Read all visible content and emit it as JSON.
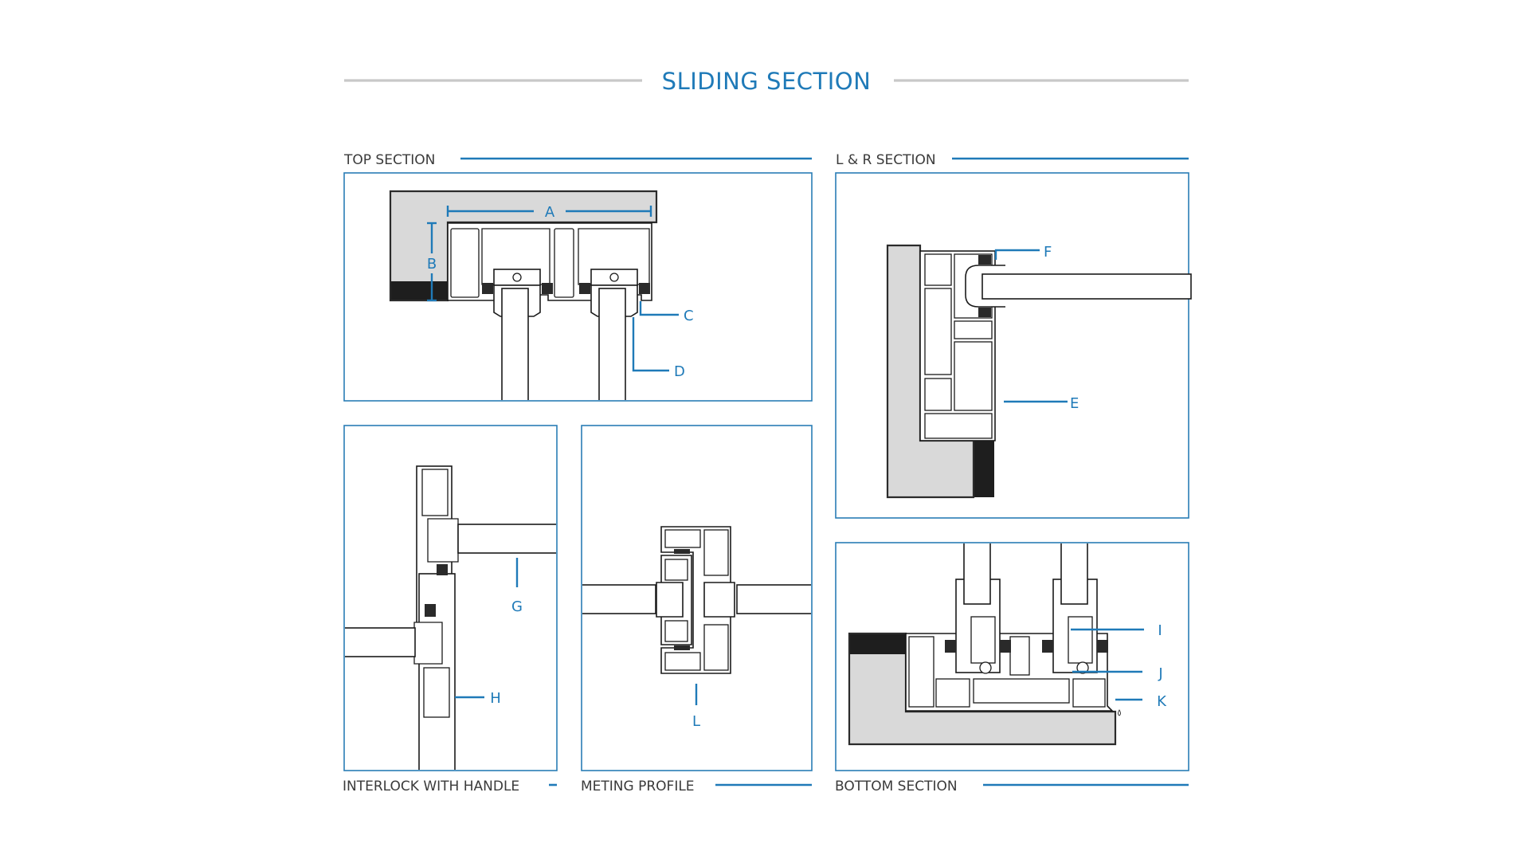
{
  "page": {
    "title": "SLIDING SECTION",
    "accent_color": "#1f7ab8",
    "rule_color": "#c8c8c8"
  },
  "sections": {
    "top": {
      "label": "TOP SECTION",
      "callouts": [
        "A",
        "B",
        "C",
        "D"
      ]
    },
    "lr": {
      "label": "L & R SECTION",
      "callouts": [
        "F",
        "E"
      ]
    },
    "interlock": {
      "label": "INTERLOCK WITH HANDLE",
      "callouts": [
        "G",
        "H"
      ]
    },
    "meting": {
      "label": "METING PROFILE",
      "callouts": [
        "L"
      ]
    },
    "bottom": {
      "label": "BOTTOM SECTION",
      "callouts": [
        "I",
        "J",
        "K"
      ]
    }
  }
}
